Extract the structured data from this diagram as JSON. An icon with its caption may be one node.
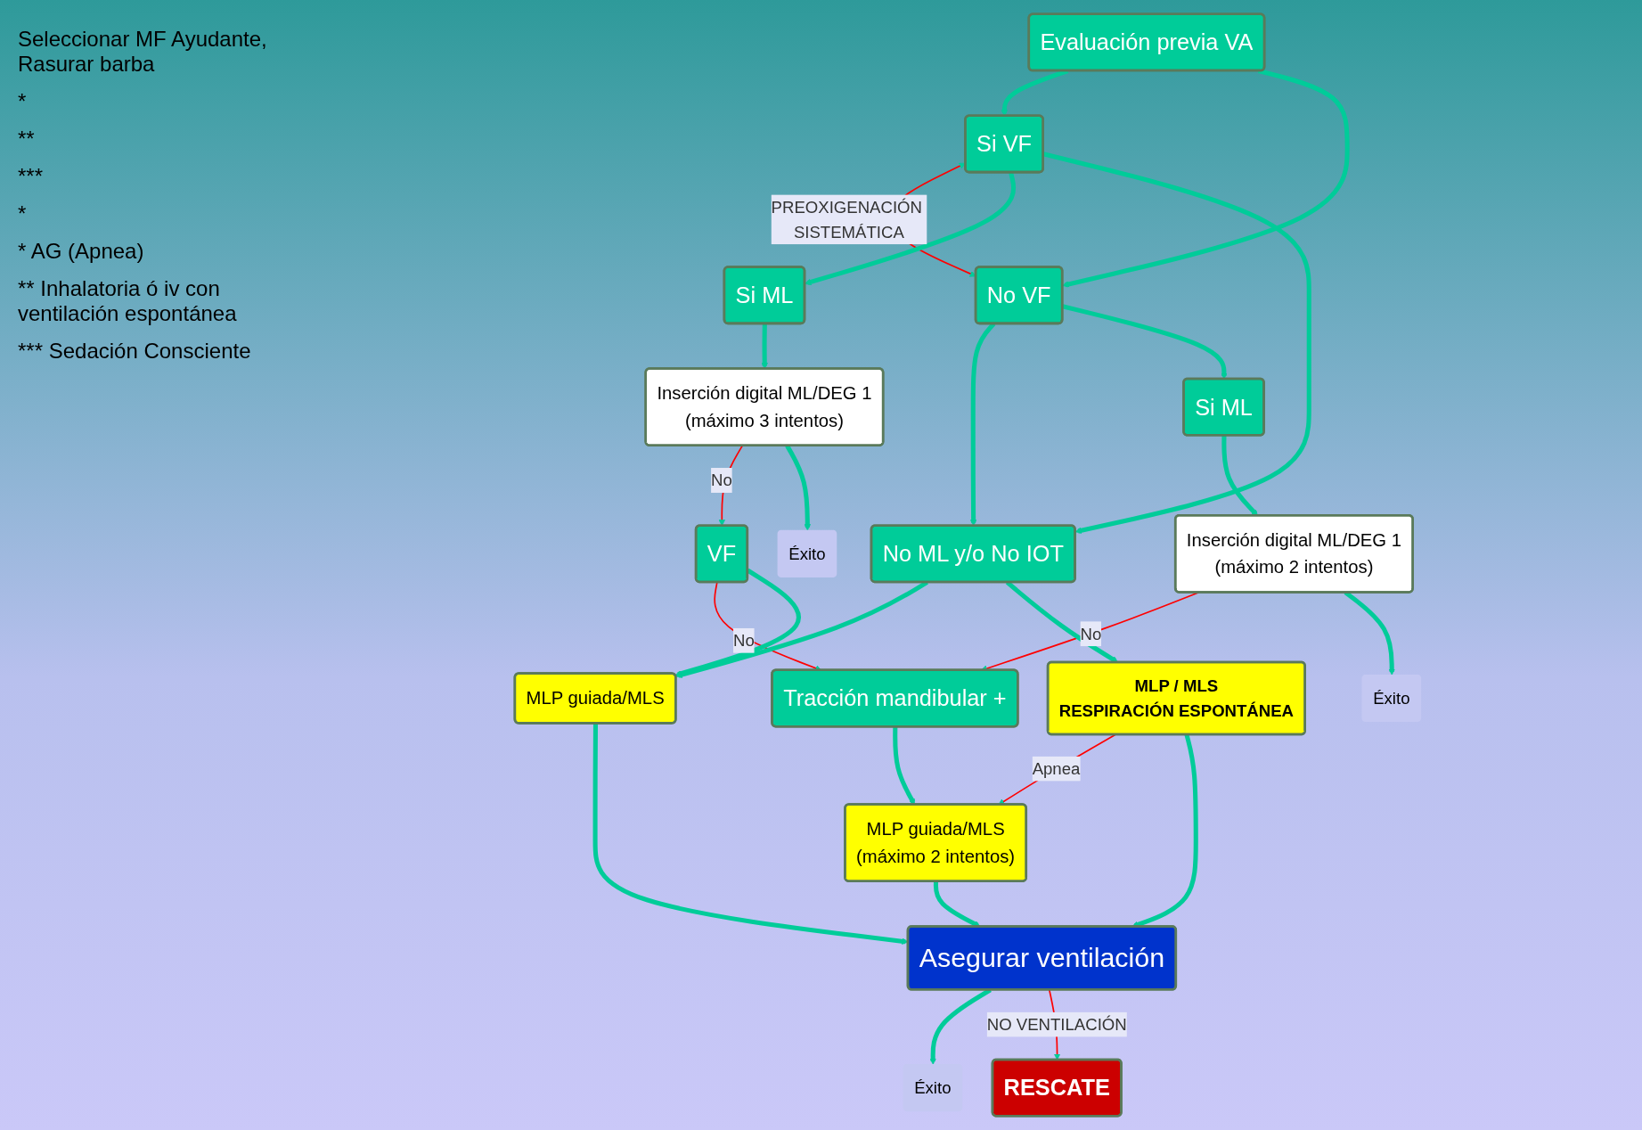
{
  "diagram": {
    "nodes": [
      {
        "text": [
          "Evaluación previa VA"
        ]
      },
      {
        "text": [
          "Si VF"
        ]
      },
      {
        "text": [
          "No VF"
        ]
      },
      {
        "text": [
          "Si ML"
        ]
      },
      {
        "text": [
          "No ML y/o No IOT"
        ]
      },
      {
        "text": [
          "Si ML"
        ]
      },
      {
        "text": [
          "Inserción digital ML/DEG 1",
          "(máximo 3 intentos)"
        ]
      },
      {
        "text": [
          "VF"
        ]
      },
      {
        "text": [
          "Tracción mandibular +"
        ]
      },
      {
        "text": [
          "Inserción digital ML/DEG 1",
          "(máximo 2 intentos)"
        ]
      },
      {
        "text": [
          "Éxito"
        ]
      },
      {
        "text": [
          "MLP guiada/MLS"
        ]
      },
      {
        "text": [
          "MLP / MLS",
          "RESPIRACIÓN ESPONTÁNEA"
        ]
      },
      {
        "text": [
          "MLP guiada/MLS",
          "(máximo 2 intentos)"
        ]
      },
      {
        "text": [
          "Éxito"
        ]
      },
      {
        "text": [
          "Asegurar ventilación"
        ]
      },
      {
        "text": [
          "RESCATE"
        ]
      },
      {
        "text": [
          "Éxito"
        ]
      }
    ],
    "edges": [
      {
        "from": 0,
        "to": 1,
        "arrow": "to"
      },
      {
        "from": 0,
        "to": 2,
        "arrow": "to"
      },
      {
        "from": 1,
        "to": 2,
        "arrow": "both",
        "label": "PREOXIGENACIÓN SISTEMÁTICA",
        "color": "#ff0000"
      },
      {
        "from": 1,
        "to": 3,
        "arrow": "to"
      },
      {
        "from": 1,
        "to": 4,
        "arrow": "to"
      },
      {
        "from": 2,
        "to": 4,
        "arrow": "to"
      },
      {
        "from": 2,
        "to": 5,
        "arrow": "to"
      },
      {
        "from": 3,
        "to": 6,
        "arrow": "to"
      },
      {
        "from": 5,
        "to": 9,
        "arrow": "to"
      },
      {
        "from": 6,
        "to": 7,
        "arrow": "to",
        "label": "No",
        "color": "#ff0000"
      },
      {
        "from": 7,
        "to": 8,
        "arrow": "to",
        "label": "No",
        "color": "#ff0000"
      },
      {
        "from": 9,
        "to": 8,
        "arrow": "to",
        "label": "No",
        "color": "#ff0000"
      },
      {
        "from": 6,
        "to": 10,
        "arrow": "to"
      },
      {
        "from": 9,
        "to": 14,
        "arrow": "to"
      },
      {
        "from": 7,
        "to": 11,
        "arrow": "to"
      },
      {
        "from": 4,
        "to": 11,
        "arrow": "to"
      },
      {
        "from": 4,
        "to": 12,
        "arrow": "to"
      },
      {
        "from": 8,
        "to": 13,
        "arrow": "to"
      },
      {
        "from": 12,
        "to": 13,
        "arrow": "to",
        "label": "Apnea",
        "color": "#ff0000"
      },
      {
        "from": 11,
        "to": 15,
        "arrow": "to"
      },
      {
        "from": 12,
        "to": 15,
        "arrow": "to"
      },
      {
        "from": 13,
        "to": 15,
        "arrow": "to"
      },
      {
        "from": 15,
        "to": 17,
        "arrow": "to"
      },
      {
        "from": 15,
        "to": 16,
        "arrow": "to",
        "label": "NO VENTILACIÓN",
        "color": "#ff0000"
      }
    ],
    "labels": [
      "Seleccionar MF Ayudante, Rasurar barba",
      "*",
      "**",
      "***",
      "*",
      "* AG (Apnea)",
      "** Inhalatoria ó iv con ventilación espontánea",
      "*** Sedación Consciente"
    ]
  }
}
